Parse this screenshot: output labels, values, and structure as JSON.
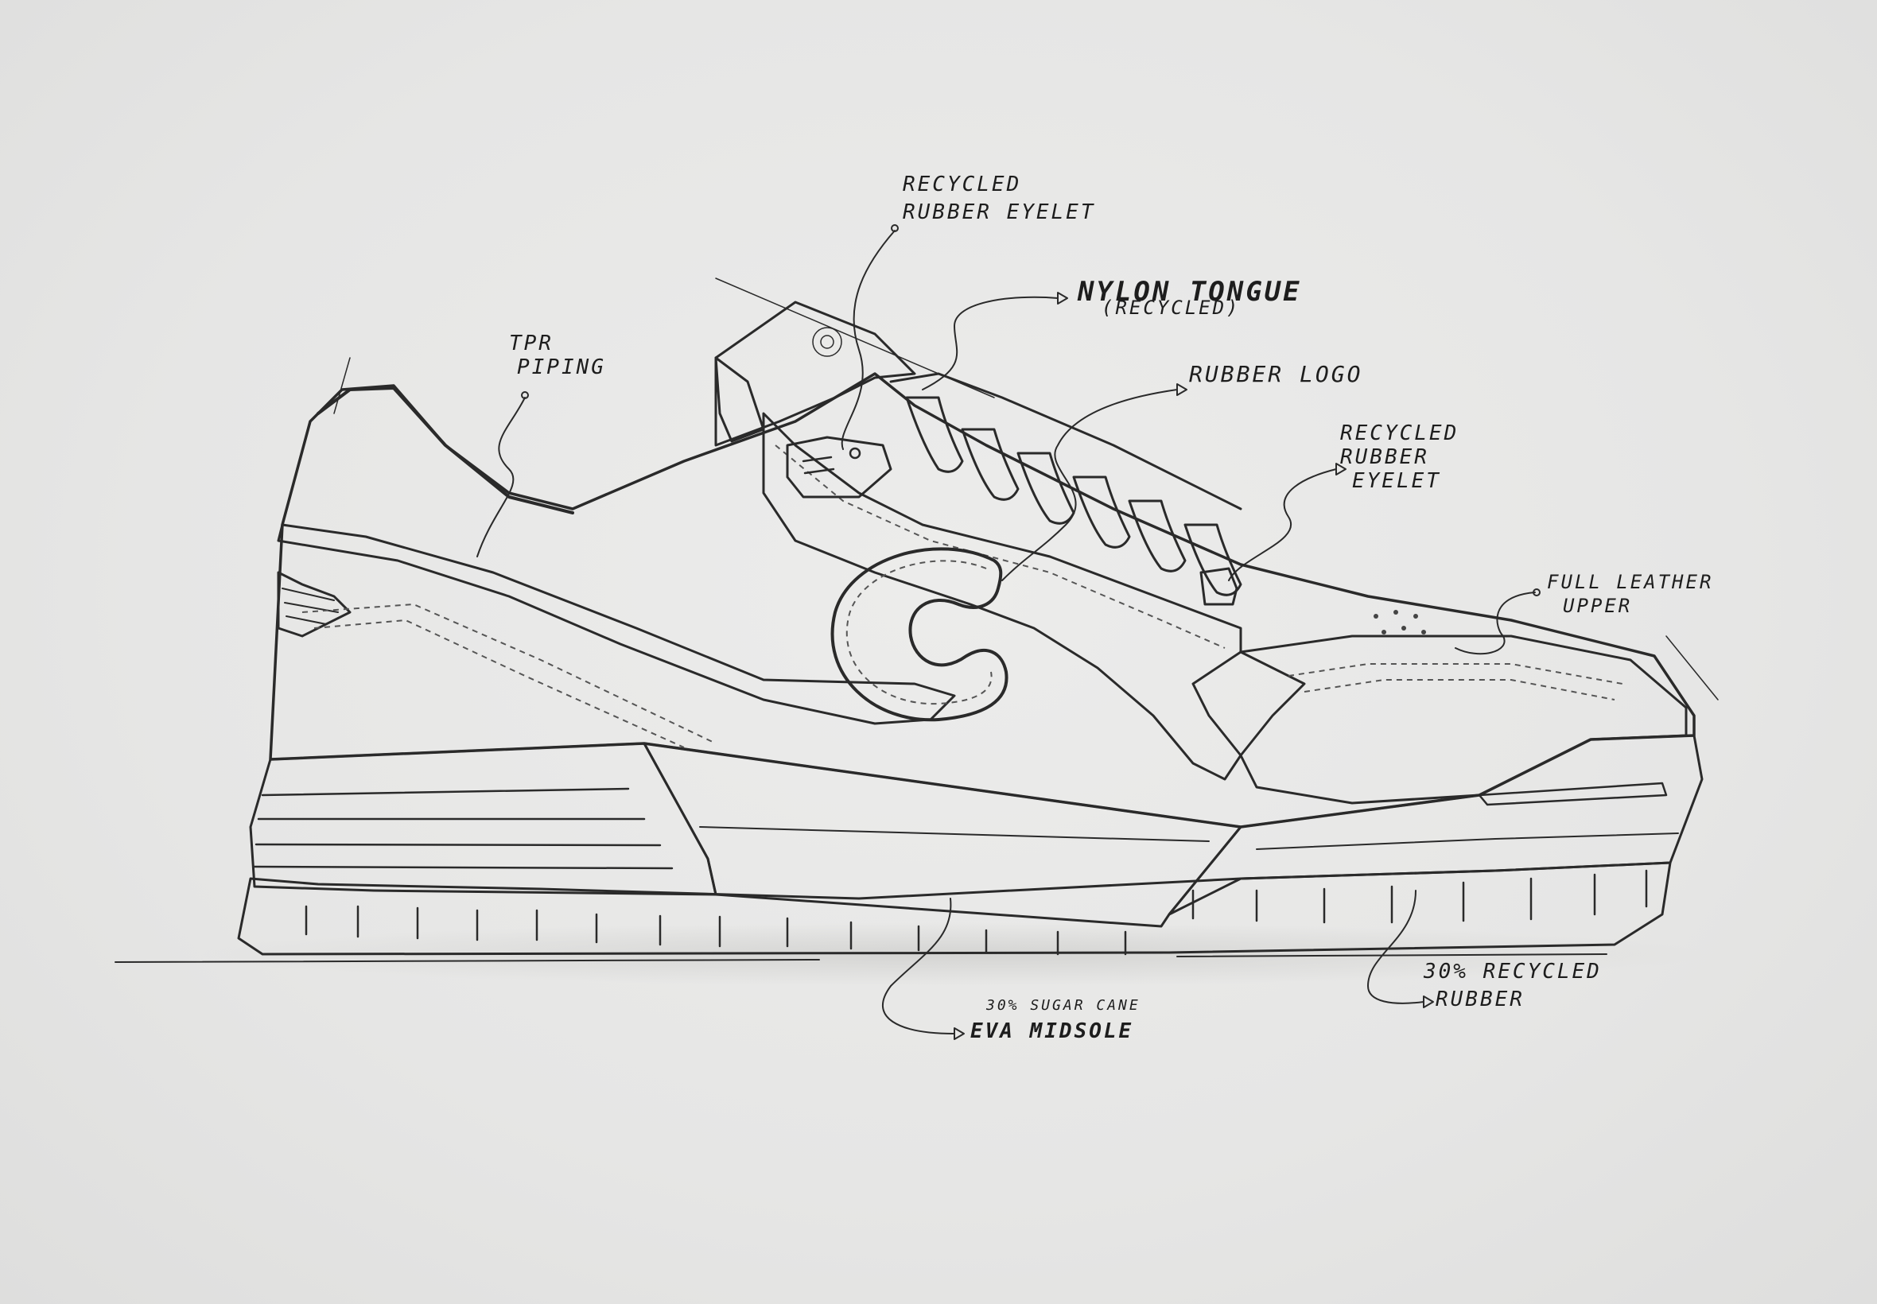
{
  "callouts": {
    "eyelet_top_line1": "RECYCLED",
    "eyelet_top_line2": "RUBBER EYELET",
    "tongue_line1": "NYLON TONGUE",
    "tongue_line2": "(RECYCLED)",
    "tpr_line1": "TPR",
    "tpr_line2": "PIPING",
    "rubber_logo": "RUBBER LOGO",
    "eyelet_side_line1": "RECYCLED",
    "eyelet_side_line2": "RUBBER",
    "eyelet_side_line3": "EYELET",
    "upper_line1": "FULL LEATHER",
    "upper_line2": "UPPER",
    "midsole_line1": "30% SUGAR CANE",
    "midsole_line2": "EVA MIDSOLE",
    "outsole_line1": "30% RECYCLED",
    "outsole_line2": "RUBBER"
  },
  "colors": {
    "background": "#e7e7e6",
    "ink": "#2a2a2a",
    "leather": "#f7f7f5",
    "cream_accent": "#ecebd9",
    "midsole": "#f4f4f0"
  },
  "icons": {
    "logo": "c-monogram",
    "tongue_badge": "floral-coin"
  }
}
